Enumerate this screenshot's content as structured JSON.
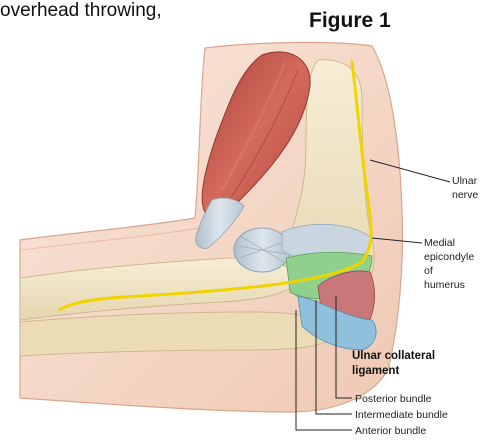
{
  "caption_fragment": "overhead throwing,",
  "figure_title": "Figure 1",
  "labels": {
    "ulnar_nerve_line1": "Ulnar",
    "ulnar_nerve_line2": "nerve",
    "medial_epicondyle_line1": "Medial",
    "medial_epicondyle_line2": "epicondyle",
    "medial_epicondyle_line3": "of",
    "medial_epicondyle_line4": "humerus",
    "ucl_line1": "Ulnar collateral",
    "ucl_line2": "ligament",
    "posterior_bundle": "Posterior bundle",
    "intermediate_bundle": "Intermediate bundle",
    "anterior_bundle": "Anterior bundle"
  },
  "colors": {
    "skin": "#f6d9c9",
    "skin_edge": "#d9a58e",
    "muscle": "#c8524a",
    "tendon": "#c9d6df",
    "bone": "#f1e7c9",
    "nerve": "#f0d400",
    "anterior_bundle": "#8fc0dc",
    "intermediate_bundle": "#8fd08c",
    "posterior_bundle": "#c9787a"
  }
}
